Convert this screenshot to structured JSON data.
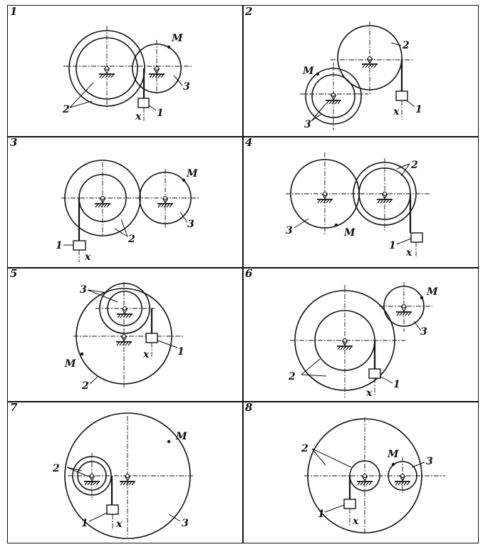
{
  "labels": {
    "weight": "1",
    "gear": "2",
    "wheel": "3",
    "point": "M",
    "coordinate": "x"
  },
  "panels": [
    {
      "number": "1"
    },
    {
      "number": "2"
    },
    {
      "number": "3"
    },
    {
      "number": "4"
    },
    {
      "number": "5"
    },
    {
      "number": "6"
    },
    {
      "number": "7"
    },
    {
      "number": "8"
    }
  ]
}
